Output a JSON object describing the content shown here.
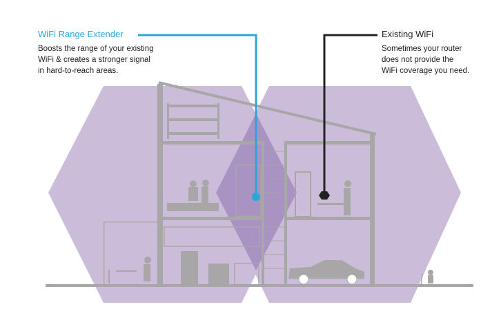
{
  "extender": {
    "title": "WiFi Range Extender",
    "lines": [
      "Boosts the range of your existing",
      "WiFi & creates a stronger signal",
      "in hard-to-reach areas."
    ],
    "color": "#2aa6dc"
  },
  "existing": {
    "title": "Existing WiFi",
    "lines": [
      "Sometimes your router",
      "does not provide the",
      "WiFi coverage you need."
    ],
    "color": "#222222"
  },
  "coverage_color": "#cbbcda",
  "overlap_color": "#a893c2",
  "building_color": "#a9a6a8"
}
